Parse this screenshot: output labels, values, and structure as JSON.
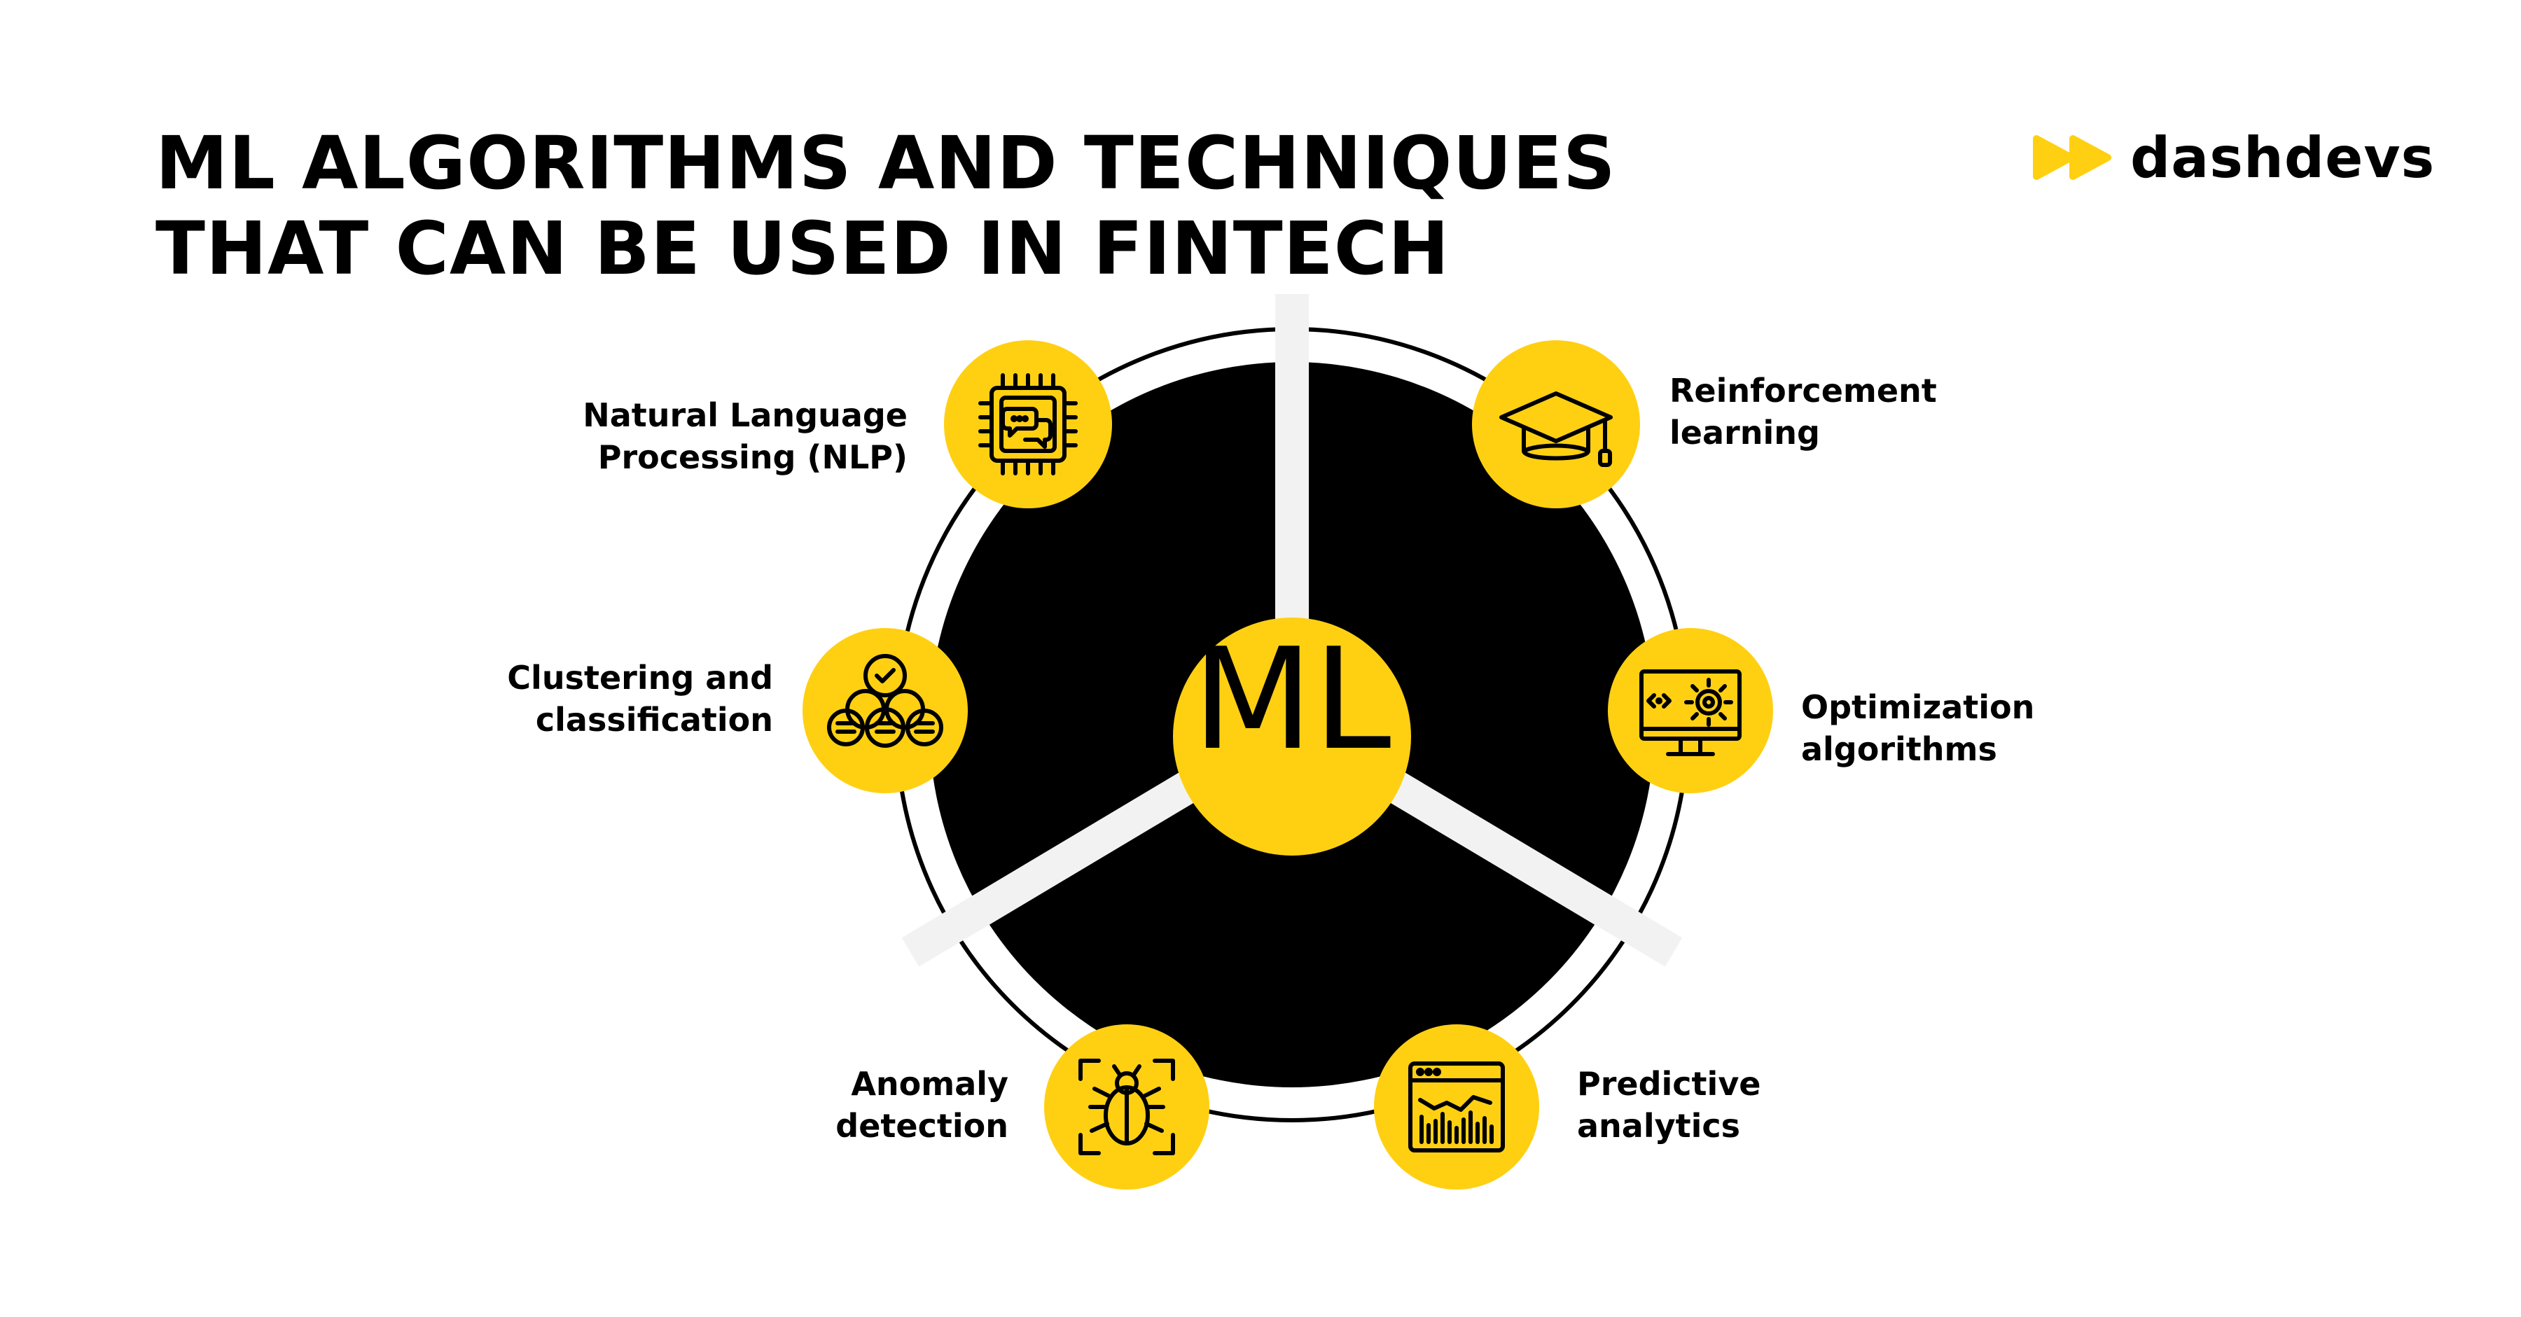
{
  "title": {
    "line1": "ML ALGORITHMS AND TECHNIQUES",
    "line2": "THAT CAN BE USED IN FINTECH"
  },
  "logo": {
    "text": "dashdevs"
  },
  "center": {
    "label": "ML"
  },
  "techniques": {
    "nlp": {
      "line1": "Natural Language",
      "line2": "Processing (NLP)",
      "icon": "chip-chat-icon"
    },
    "clustering": {
      "line1": "Clustering and",
      "line2": "classification",
      "icon": "clusters-check-icon"
    },
    "anomaly": {
      "line1": "Anomaly",
      "line2": "detection",
      "icon": "bug-scan-icon"
    },
    "reinforcement": {
      "line1": "Reinforcement",
      "line2": "learning",
      "icon": "graduation-cap-icon"
    },
    "optimization": {
      "line1": "Optimization",
      "line2": "algorithms",
      "icon": "monitor-gear-icon"
    },
    "predictive": {
      "line1": "Predictive",
      "line2": "analytics",
      "icon": "browser-chart-icon"
    }
  },
  "colors": {
    "accent": "#FFD012",
    "dark": "#000000",
    "spoke": "#F2F2F2",
    "background": "#FFFFFF"
  }
}
